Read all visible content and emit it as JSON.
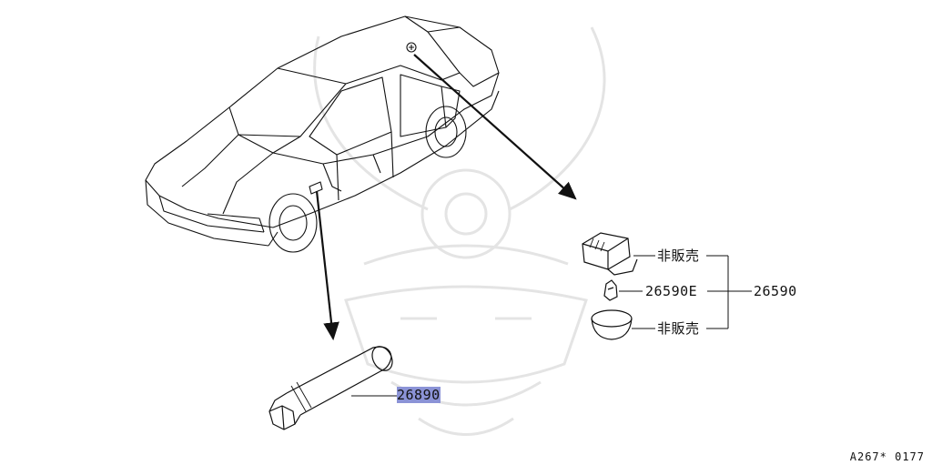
{
  "parts": {
    "bulb_socket_note": "非販売",
    "bulb_part": "26590E",
    "assembly_part": "26590",
    "lens_note": "非販売",
    "lamp_part": "26890"
  },
  "diagram_ref": "A267* 0177",
  "colors": {
    "highlight": "#8b93d6",
    "line": "#111111",
    "watermark": "#e2e2e2"
  }
}
